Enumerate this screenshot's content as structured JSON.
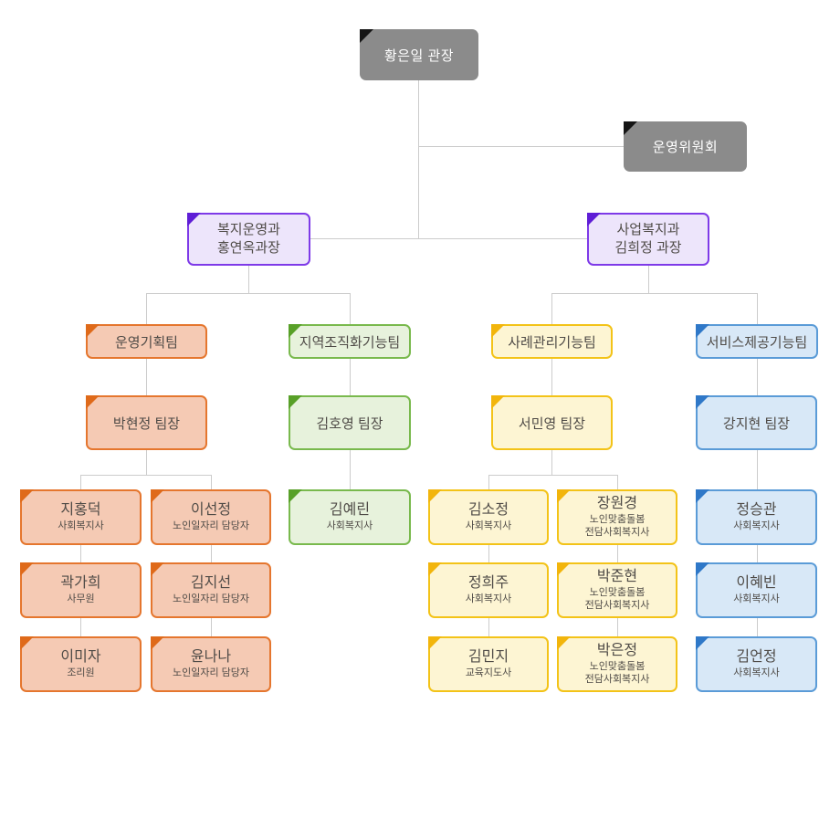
{
  "palette": {
    "connector_line": "#cccccc",
    "gray_fill": "#8b8b8b",
    "gray_corner": "#151515",
    "gray_text": "#ffffff",
    "purple_fill": "#ede5fb",
    "purple_border": "#7e3ae8",
    "purple_corner": "#5f1ed6",
    "orange_fill": "#f5cab4",
    "orange_border": "#e5762e",
    "orange_corner": "#df6a1a",
    "green_fill": "#e7f2dc",
    "green_border": "#79b94d",
    "green_corner": "#58a028",
    "yellow_fill": "#fdf5d3",
    "yellow_border": "#f3c318",
    "yellow_corner": "#f2b50c",
    "blue_fill": "#d8e8f7",
    "blue_border": "#5a9bd7",
    "blue_corner": "#2f78c8",
    "text": "#4f4b47"
  },
  "root": {
    "label": "황은일 관장"
  },
  "committee": {
    "label": "운영위원회"
  },
  "departments": [
    {
      "label": "복지운영과\n홍연옥과장"
    },
    {
      "label": "사업복지과\n김희정 과장"
    }
  ],
  "teams": [
    {
      "label": "운영기획팀",
      "leader": "박현정 팀장",
      "color": "orange",
      "columns": [
        {
          "members": [
            {
              "name": "지홍덕",
              "role": "사회복지사"
            },
            {
              "name": "곽가희",
              "role": "사무원"
            },
            {
              "name": "이미자",
              "role": "조리원"
            }
          ]
        },
        {
          "members": [
            {
              "name": "이선정",
              "role": "노인일자리 담당자"
            },
            {
              "name": "김지선",
              "role": "노인일자리 담당자"
            },
            {
              "name": "윤나나",
              "role": "노인일자리 담당자"
            }
          ]
        }
      ]
    },
    {
      "label": "지역조직화기능팀",
      "leader": "김호영 팀장",
      "color": "green",
      "columns": [
        {
          "members": [
            {
              "name": "김예린",
              "role": "사회복지사"
            }
          ]
        }
      ]
    },
    {
      "label": "사례관리기능팀",
      "leader": "서민영 팀장",
      "color": "yellow",
      "columns": [
        {
          "members": [
            {
              "name": "김소정",
              "role": "사회복지사"
            },
            {
              "name": "정희주",
              "role": "사회복지사"
            },
            {
              "name": "김민지",
              "role": "교육지도사"
            }
          ]
        },
        {
          "members": [
            {
              "name": "장원경",
              "role": "노인맞춤돌봄\n전담사회복지사"
            },
            {
              "name": "박준현",
              "role": "노인맞춤돌봄\n전담사회복지사"
            },
            {
              "name": "박은정",
              "role": "노인맞춤돌봄\n전담사회복지사"
            }
          ]
        }
      ]
    },
    {
      "label": "서비스제공기능팀",
      "leader": "강지현 팀장",
      "color": "blue",
      "columns": [
        {
          "members": [
            {
              "name": "정승관",
              "role": "사회복지사"
            },
            {
              "name": "이혜빈",
              "role": "사회복지사"
            },
            {
              "name": "김언정",
              "role": "사회복지사"
            }
          ]
        }
      ]
    }
  ]
}
